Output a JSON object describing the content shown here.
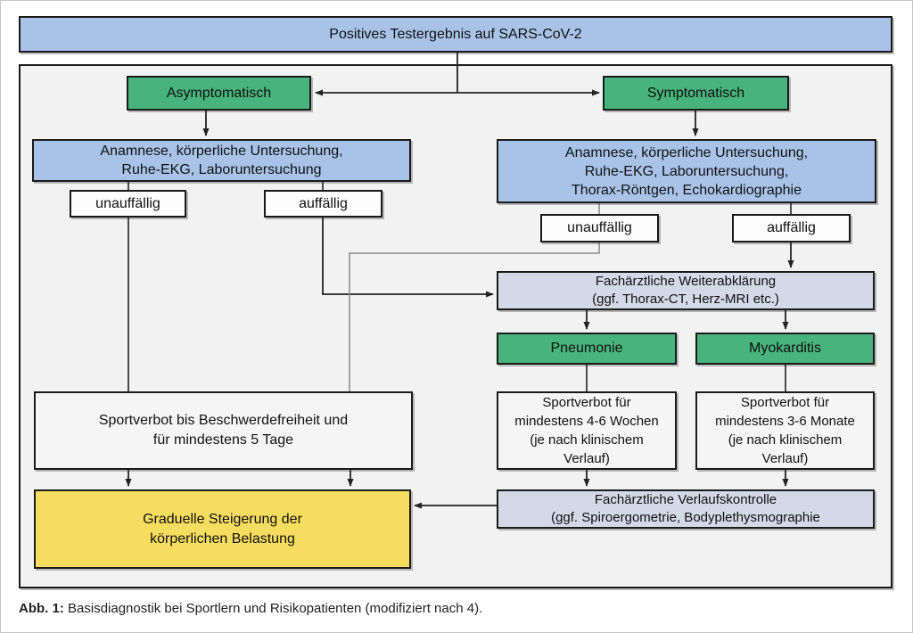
{
  "nodes": {
    "positive_test": {
      "label": "Positives Testergebnis auf SARS-CoV-2"
    },
    "asymptomatic": {
      "label": "Asymptomatisch"
    },
    "symptomatic": {
      "label": "Symptomatisch"
    },
    "exam_left": {
      "lines": [
        "Anamnese, körperliche Untersuchung,",
        "Ruhe-EKG, Laboruntersuchung"
      ]
    },
    "exam_right": {
      "lines": [
        "Anamnese, körperliche Untersuchung,",
        "Ruhe-EKG, Laboruntersuchung,",
        "Thorax-Röntgen, Echokardiographie"
      ]
    },
    "left_normal": {
      "label": "unauffällig"
    },
    "left_abnormal": {
      "label": "auffällig"
    },
    "right_normal": {
      "label": "unauffällig"
    },
    "right_abnormal": {
      "label": "auffällig"
    },
    "specialist_workup": {
      "lines": [
        "Fachärztliche Weiterabklärung",
        "(ggf. Thorax-CT, Herz-MRI etc.)"
      ]
    },
    "pneumonia": {
      "label": "Pneumonie"
    },
    "myocarditis": {
      "label": "Myokarditis"
    },
    "ban_weeks": {
      "lines": [
        "Sportverbot für",
        "mindestens 4-6 Wochen",
        "(je nach klinischem",
        "Verlauf)"
      ]
    },
    "ban_months": {
      "lines": [
        "Sportverbot für",
        "mindestens 3-6 Monate",
        "(je nach klinischem",
        "Verlauf)"
      ]
    },
    "followup": {
      "lines": [
        "Fachärztliche Verlaufskontrolle",
        "(ggf. Spiroergometrie, Bodyplethysmographie"
      ]
    },
    "ban_symptomfree": {
      "lines": [
        "Sportverbot bis Beschwerdefreiheit und",
        "für mindestens 5 Tage"
      ]
    },
    "gradual_increase": {
      "lines": [
        "Graduelle Steigerung der",
        "körperlichen Belastung"
      ]
    }
  },
  "caption": {
    "label": "Abb. 1:",
    "text": "Basisdiagnostik bei Sportlern und Risikopatienten (modifiziert nach 4)."
  },
  "colors": {
    "blue": "#a9c3e8",
    "green": "#49b37d",
    "lav": "#d4d9e8",
    "yellow": "#f6dc5f",
    "panel": "#f2f2f2",
    "border": "#1a1a1a",
    "line": "#222222",
    "grayline": "#8a8a8a"
  }
}
